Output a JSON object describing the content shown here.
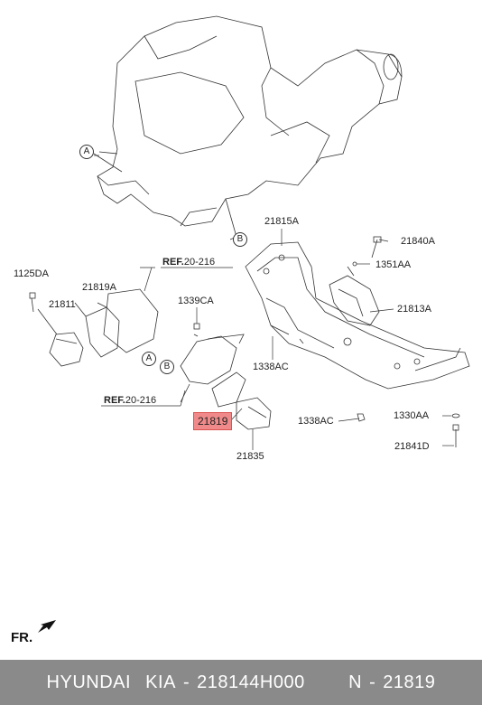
{
  "callouts": {
    "a_top": "A",
    "b_top": "B",
    "a_mid": "A",
    "b_mid": "B"
  },
  "parts": {
    "p1125DA": "1125DA",
    "p21811": "21811",
    "p21819A": "21819A",
    "p1339CA": "1339CA",
    "p21815A": "21815A",
    "p21840A": "21840A",
    "p1351AA": "1351AA",
    "p21813A": "21813A",
    "p1338AC_a": "1338AC",
    "p1338AC_b": "1338AC",
    "p1330AA": "1330AA",
    "p21841D": "21841D",
    "p21835": "21835",
    "p21819": "21819"
  },
  "refs": {
    "ref1_bold": "REF.",
    "ref1_num": "20-216",
    "ref2_bold": "REF.",
    "ref2_num": "20-216"
  },
  "front_label": "FR.",
  "footer": {
    "brand": "HYUNDAI  KIA",
    "part_number": "- 218144H000",
    "ref_code": "N - 21819"
  },
  "colors": {
    "highlight": "#f08a8a",
    "footer_bg": "#8a8a8a"
  }
}
